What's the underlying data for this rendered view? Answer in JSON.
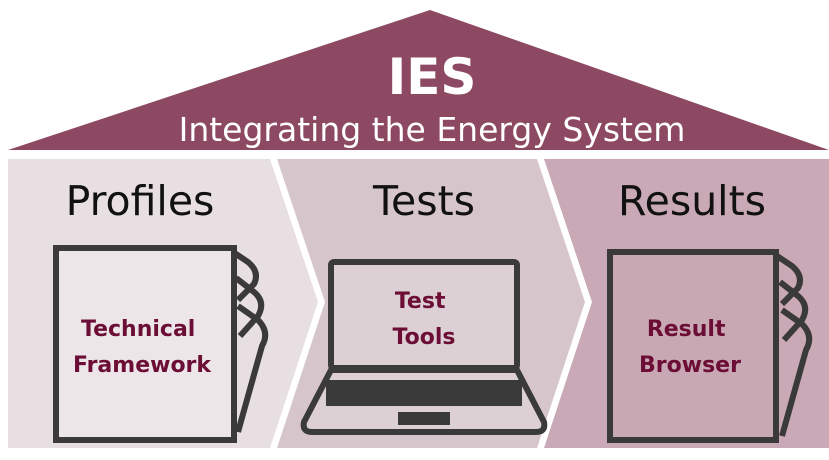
{
  "header": {
    "title": "IES",
    "subtitle": "Integrating the Energy System"
  },
  "columns": [
    {
      "title": "Profiles",
      "item_lines": [
        "Technical",
        "Framework"
      ],
      "item_icon": "document-stack-icon"
    },
    {
      "title": "Tests",
      "item_lines": [
        "Test",
        "Tools"
      ],
      "item_icon": "laptop-icon"
    },
    {
      "title": "Results",
      "item_lines": [
        "Result",
        "Browser"
      ],
      "item_icon": "document-stack-icon"
    }
  ],
  "colors": {
    "roof": "#8c4961",
    "profiles_bg": "#e7dfe1",
    "tests_bg": "#d6c6cc",
    "results_bg": "#c9a9b5",
    "item_text": "#6b0d35",
    "outline": "#3a3a3a"
  }
}
